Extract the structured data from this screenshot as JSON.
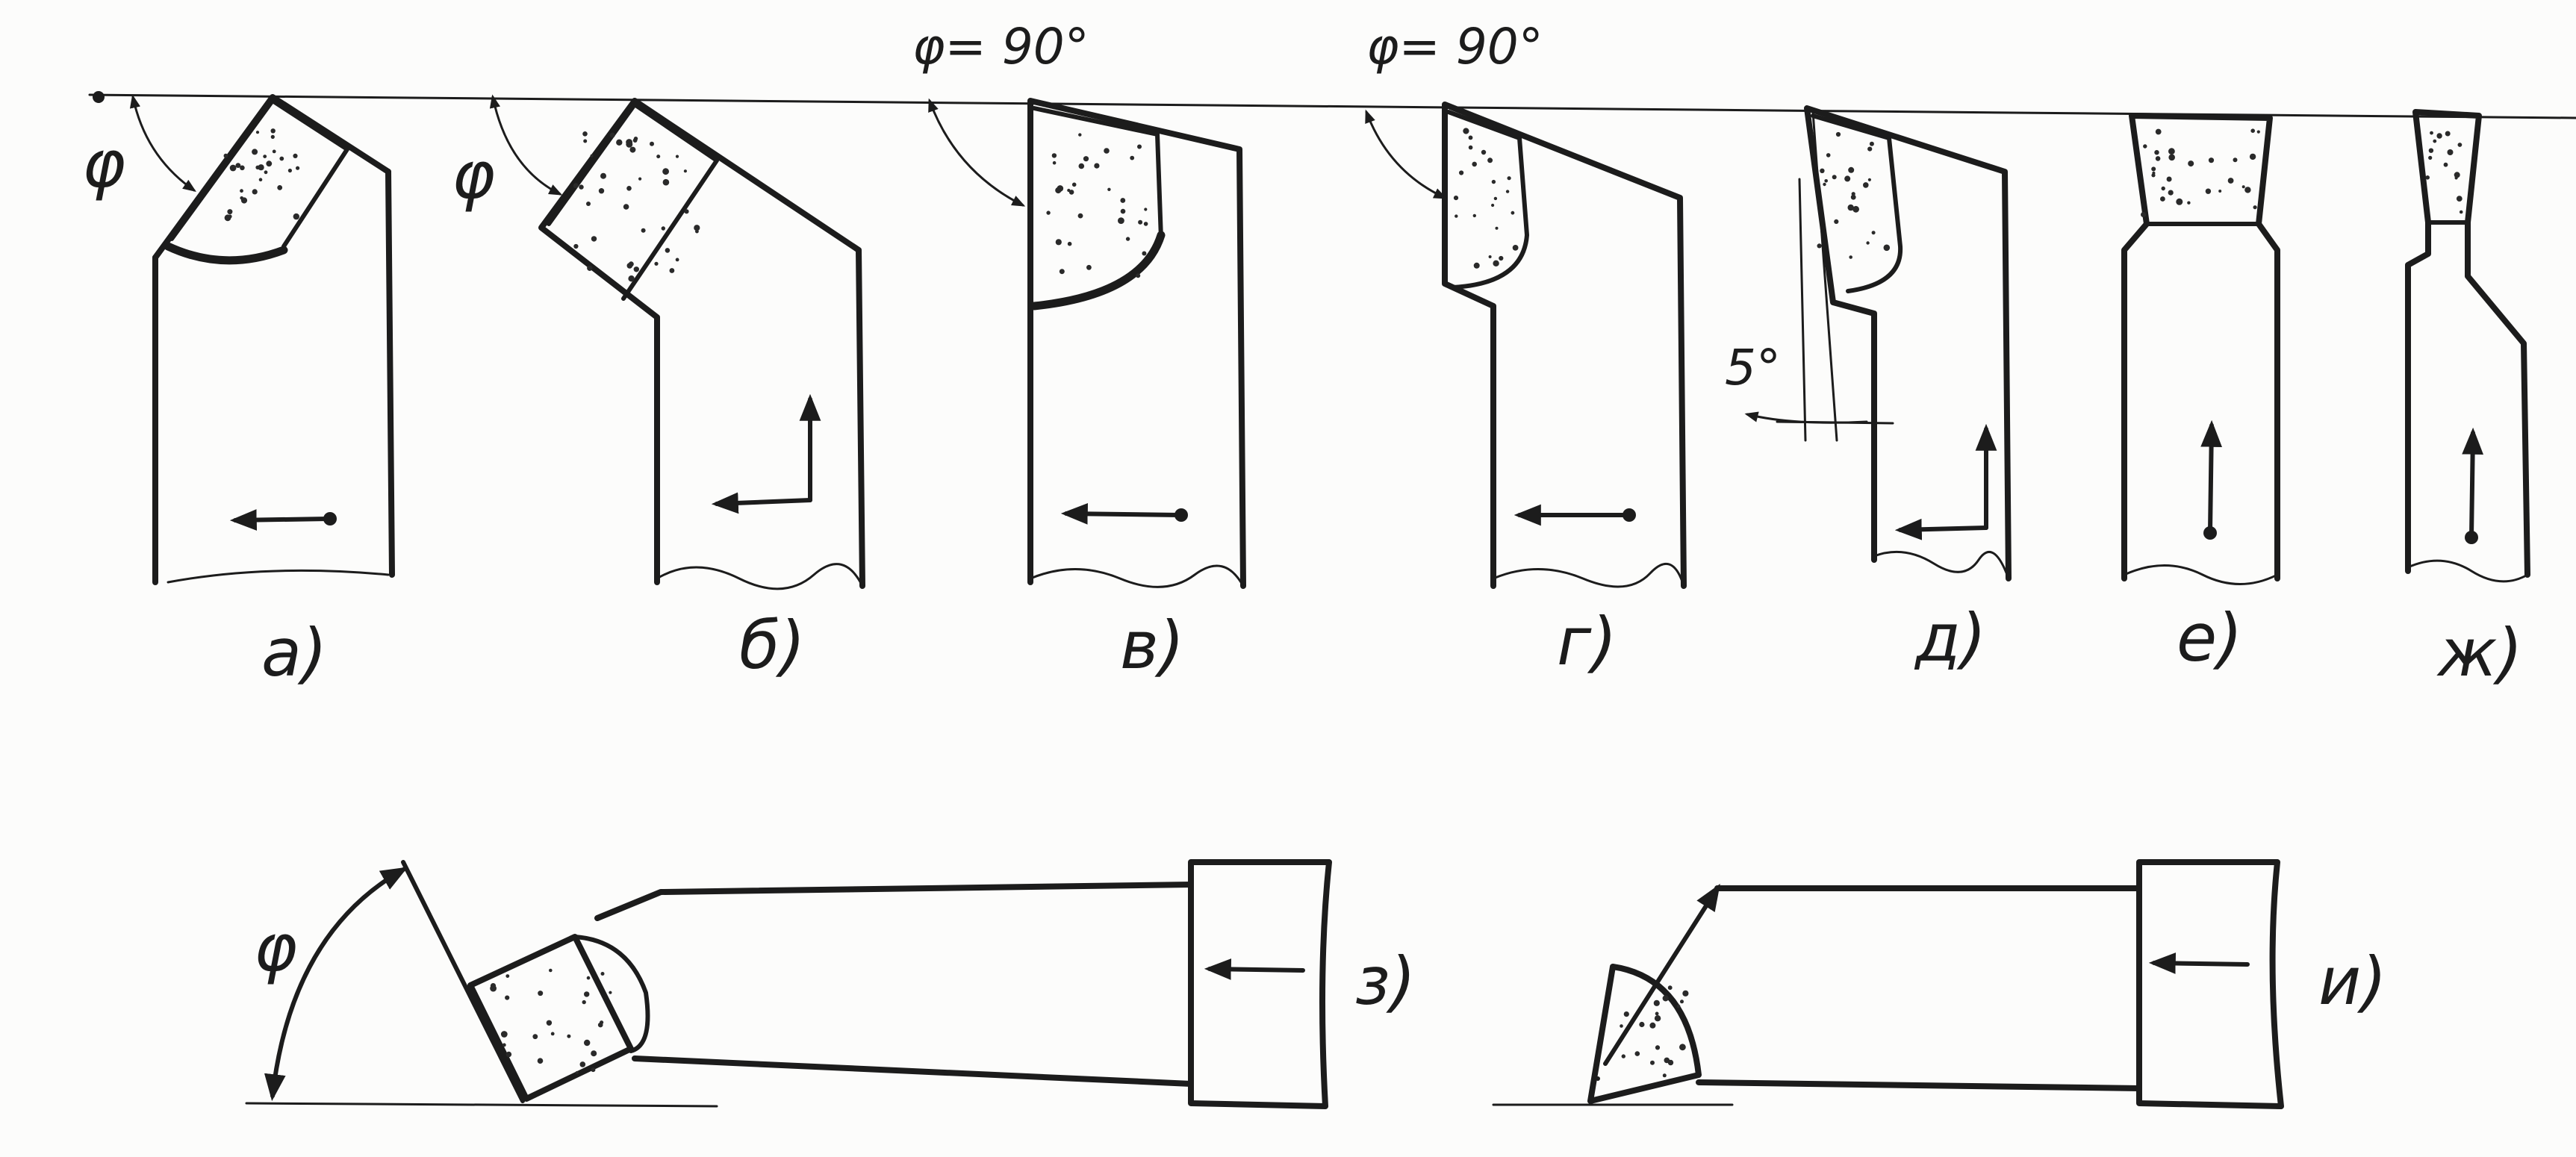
{
  "figure": {
    "ink_color": "#1c1c1c",
    "paper_color": "#fcfcfb"
  },
  "labels": {
    "phi": "φ",
    "phi_90_v": "φ= 90°",
    "phi_90_g": "φ= 90°",
    "angle_5": "5°"
  },
  "captions": {
    "a": "a)",
    "b": "б)",
    "v": "в)",
    "g": "г)",
    "d": "д)",
    "e": "е)",
    "zh": "ж)",
    "z": "з)",
    "i": "и)"
  }
}
